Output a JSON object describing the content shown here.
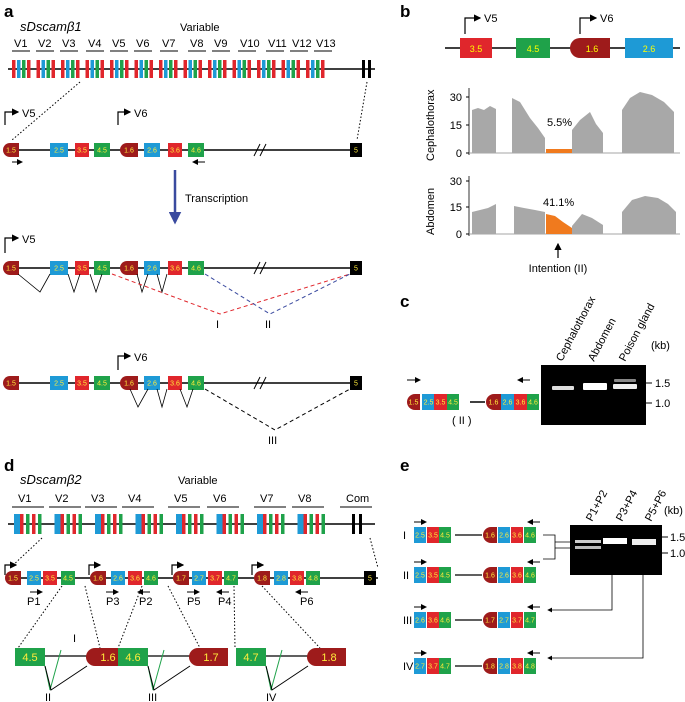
{
  "panels": {
    "a": "a",
    "b": "b",
    "c": "c",
    "d": "d",
    "e": "e"
  },
  "a": {
    "gene": "sDscamβ1",
    "variable": "Variable",
    "exon_labels": [
      "V1",
      "V2",
      "V3",
      "V4",
      "V5",
      "V6",
      "V7",
      "V8",
      "V9",
      "V10",
      "V11",
      "V12",
      "V13"
    ],
    "promoter_v5": "V5",
    "promoter_v6": "V6",
    "transcription": "Transcription",
    "ex_15": "1.5",
    "ex_25": "2.5",
    "ex_35": "3.5",
    "ex_45": "4.5",
    "ex_16": "1.6",
    "ex_26": "2.6",
    "ex_36": "3.6",
    "ex_46": "4.6",
    "ex_5": "5",
    "iso_I": "I",
    "iso_II": "II",
    "iso_III": "III"
  },
  "b": {
    "promoter_v5": "V5",
    "promoter_v6": "V6",
    "exons": [
      "3.5",
      "4.5",
      "1.6",
      "2.6"
    ],
    "track1": "Cephalothorax",
    "track2": "Abdomen",
    "pct1": "5.5%",
    "pct2": "41.1%",
    "axis_ticks": [
      "0",
      "15",
      "30"
    ],
    "intention": "Intention (II)"
  },
  "c": {
    "lanes": [
      "Cephalothorax",
      "Abdomen",
      "Poison gland"
    ],
    "kb": "(kb)",
    "m1": "1.5",
    "m2": "1.0",
    "exons": [
      "1.5",
      "2.5",
      "3.5",
      "4.5",
      "1.6",
      "2.6",
      "3.6",
      "4.6"
    ],
    "label": "( II )"
  },
  "d": {
    "gene": "sDscamβ2",
    "variable": "Variable",
    "exon_labels": [
      "V1",
      "V2",
      "V3",
      "V4",
      "V5",
      "V6",
      "V7",
      "V8",
      "Com"
    ],
    "primers": [
      "P1",
      "P2",
      "P3",
      "P4",
      "P5",
      "P6"
    ],
    "row": [
      "1.5",
      "2.5",
      "3.5",
      "4.5",
      "1.6",
      "2.6",
      "3.6",
      "4.6",
      "1.7",
      "2.7",
      "3.7",
      "4.7",
      "1.8",
      "2.8",
      "3.8",
      "4.8",
      "5"
    ],
    "zoom": [
      {
        "a": "4.5",
        "b": "1.6",
        "top": "I",
        "bot": "II"
      },
      {
        "a": "4.6",
        "b": "1.7",
        "top": "",
        "bot": "III"
      },
      {
        "a": "4.7",
        "b": "1.8",
        "top": "",
        "bot": "IV"
      }
    ]
  },
  "e": {
    "lanes": [
      "P1+P2",
      "P3+P4",
      "P5+P6"
    ],
    "kb": "(kb)",
    "m1": "1.5",
    "m2": "1.0",
    "isoforms": [
      {
        "id": "I",
        "exons": [
          "2.5",
          "3.5",
          "4.5",
          "1.6",
          "2.6",
          "3.6",
          "4.6"
        ]
      },
      {
        "id": "II",
        "exons": [
          "2.5",
          "3.5",
          "4.5",
          "1.6",
          "2.6",
          "3.6",
          "4.6"
        ]
      },
      {
        "id": "III",
        "exons": [
          "2.6",
          "3.6",
          "4.6",
          "1.7",
          "2.7",
          "3.7",
          "4.7"
        ]
      },
      {
        "id": "IV",
        "exons": [
          "2.7",
          "3.7",
          "4.7",
          "1.8",
          "2.8",
          "3.8",
          "4.8"
        ]
      }
    ]
  },
  "colors": {
    "red": "#e0262c",
    "blue": "#1e9ad6",
    "green": "#1fa24a",
    "darkred": "#9e1b1b",
    "orange": "#f07a1e",
    "gray": "#a8a8a8",
    "arrow": "#3a4a9f"
  }
}
